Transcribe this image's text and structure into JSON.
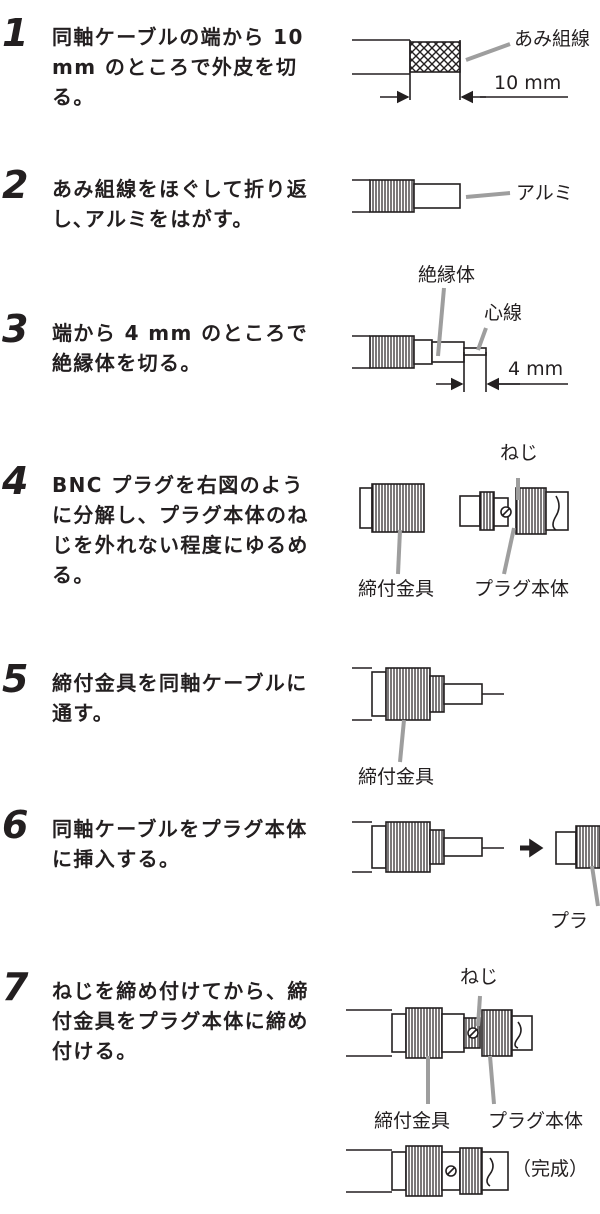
{
  "steps": [
    {
      "number": "1",
      "text": "同軸ケーブルの端から 10 mm のところで外皮を切る。"
    },
    {
      "number": "2",
      "text": "あみ組線をほぐして折り返し､アルミをはがす。"
    },
    {
      "number": "3",
      "text": "端から 4 mm のところで絶縁体を切る。"
    },
    {
      "number": "4",
      "text": "BNC プラグを右図のように分解し、プラグ本体のねじを外れない程度にゆるめる。"
    },
    {
      "number": "5",
      "text": "締付金具を同軸ケーブルに通す。"
    },
    {
      "number": "6",
      "text": "同軸ケーブルをプラグ本体に挿入する。"
    },
    {
      "number": "7",
      "text": "ねじを締め付けてから、締付金具をプラグ本体に締め付ける。"
    }
  ],
  "labels": {
    "braid": "あみ組線",
    "dim10": "10 mm",
    "aluminum": "アルミ",
    "insulator": "絶縁体",
    "core": "心線",
    "dim4": "4 mm",
    "screw4": "ねじ",
    "clamp4": "締付金具",
    "body4": "プラグ本体",
    "clamp5": "締付金具",
    "body6": "プラ",
    "screw7": "ねじ",
    "clamp7": "締付金具",
    "body7": "プラグ本体",
    "complete": "（完成）"
  }
}
